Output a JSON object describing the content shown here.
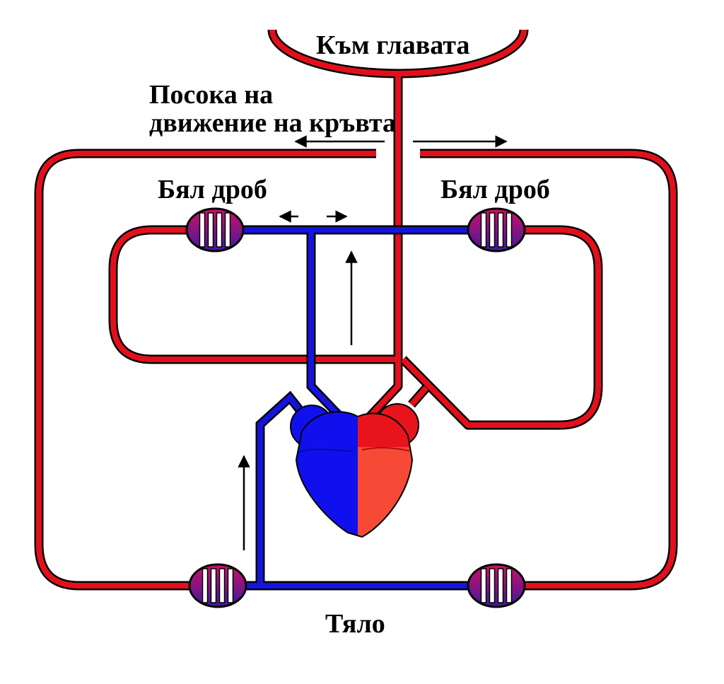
{
  "labels": {
    "head": "Към главата",
    "flow_direction": "Посока на\nдвижение на кръвта",
    "lung_left": "Бял дроб",
    "lung_right": "Бял дроб",
    "body": "Тяло"
  },
  "colors": {
    "oxygenated": "#e3101c",
    "deoxygenated": "#1414e0",
    "heart_right_side": "#1010ee",
    "heart_left_side_top": "#e8141c",
    "heart_left_side_bottom": "#f64a36",
    "capillary_from": "#cf1068",
    "capillary_to": "#3e1a9a",
    "outline": "#000000",
    "arrows": "#000000"
  },
  "icons": {
    "capillary": "capillary-bed-icon",
    "arrow": "flow-arrow-icon"
  }
}
